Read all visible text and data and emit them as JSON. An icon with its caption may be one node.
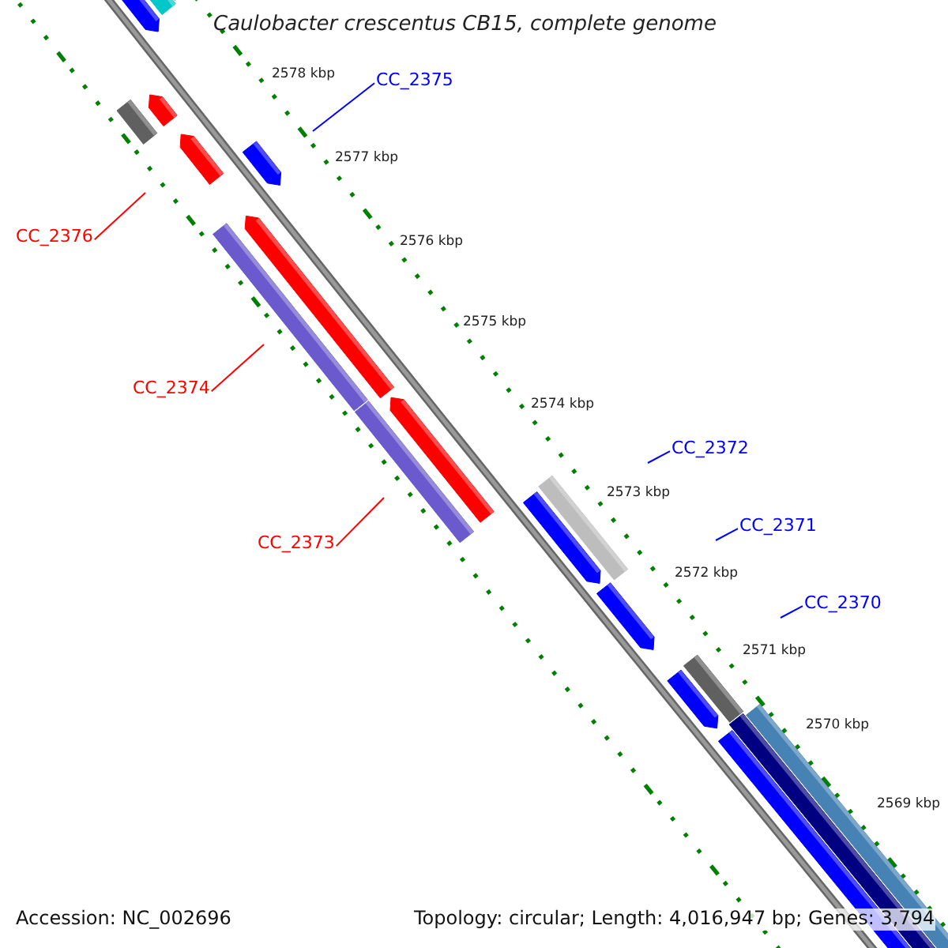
{
  "diagram": {
    "title": "Caulobacter crescentus CB15, complete genome",
    "nodes": [
      {
        "text": [
          "CC_2375"
        ]
      },
      {
        "text": [
          "CC_2376"
        ]
      },
      {
        "text": [
          "CC_2374"
        ]
      },
      {
        "text": [
          "CC_2373"
        ]
      },
      {
        "text": [
          "CC_2372"
        ]
      },
      {
        "text": [
          "CC_2371"
        ]
      },
      {
        "text": [
          "CC_2370"
        ]
      }
    ],
    "edges": [
      {
        "from": 0,
        "to": null,
        "arrow": "none"
      },
      {
        "from": 1,
        "to": null,
        "arrow": "none",
        "color": "#ff0000"
      },
      {
        "from": 2,
        "to": null,
        "arrow": "none",
        "color": "#ff0000"
      },
      {
        "from": 3,
        "to": null,
        "arrow": "none",
        "color": "#ff0000"
      },
      {
        "from": 4,
        "to": null,
        "arrow": "none"
      },
      {
        "from": 5,
        "to": null,
        "arrow": "none"
      },
      {
        "from": 6,
        "to": null,
        "arrow": "none"
      }
    ],
    "labels": [
      "2578 kbp",
      "2577 kbp",
      "2576 kbp",
      "2575 kbp",
      "2574 kbp",
      "2573 kbp",
      "2572 kbp",
      "2571 kbp",
      "2570 kbp",
      "2569 kbp",
      "Accession: NC_002696",
      "Topology: circular; Length: 4,016,947 bp; Genes: 3,794"
    ]
  }
}
